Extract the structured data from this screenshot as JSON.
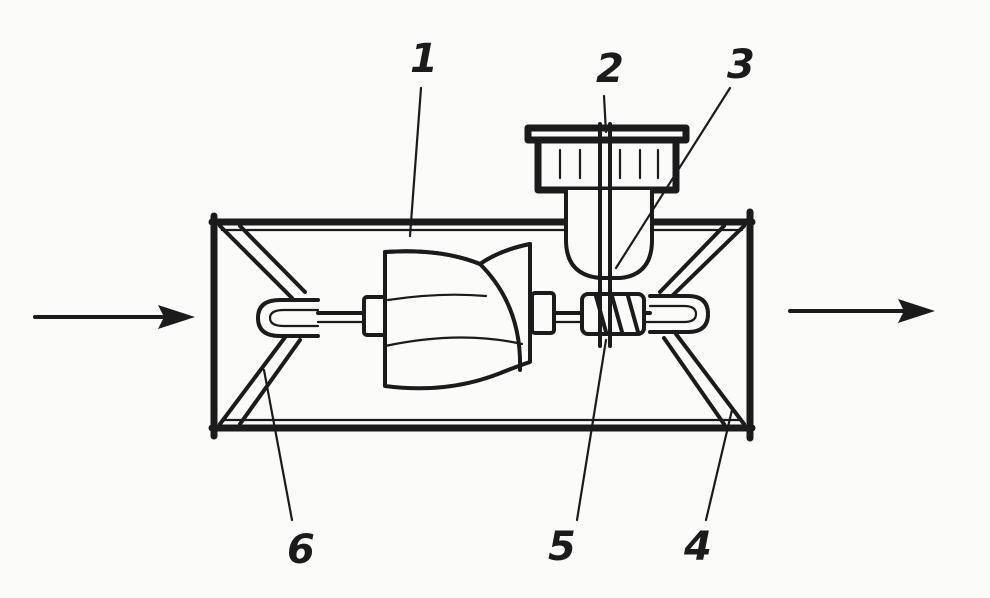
{
  "labels": {
    "turbine": "1",
    "counter": "2",
    "shaft": "3",
    "outlet_straightener": "4",
    "worm_gear": "5",
    "inlet_straightener": "6"
  },
  "colors": {
    "ink": "#1b1b1b",
    "paper": "#fbfbf9"
  }
}
